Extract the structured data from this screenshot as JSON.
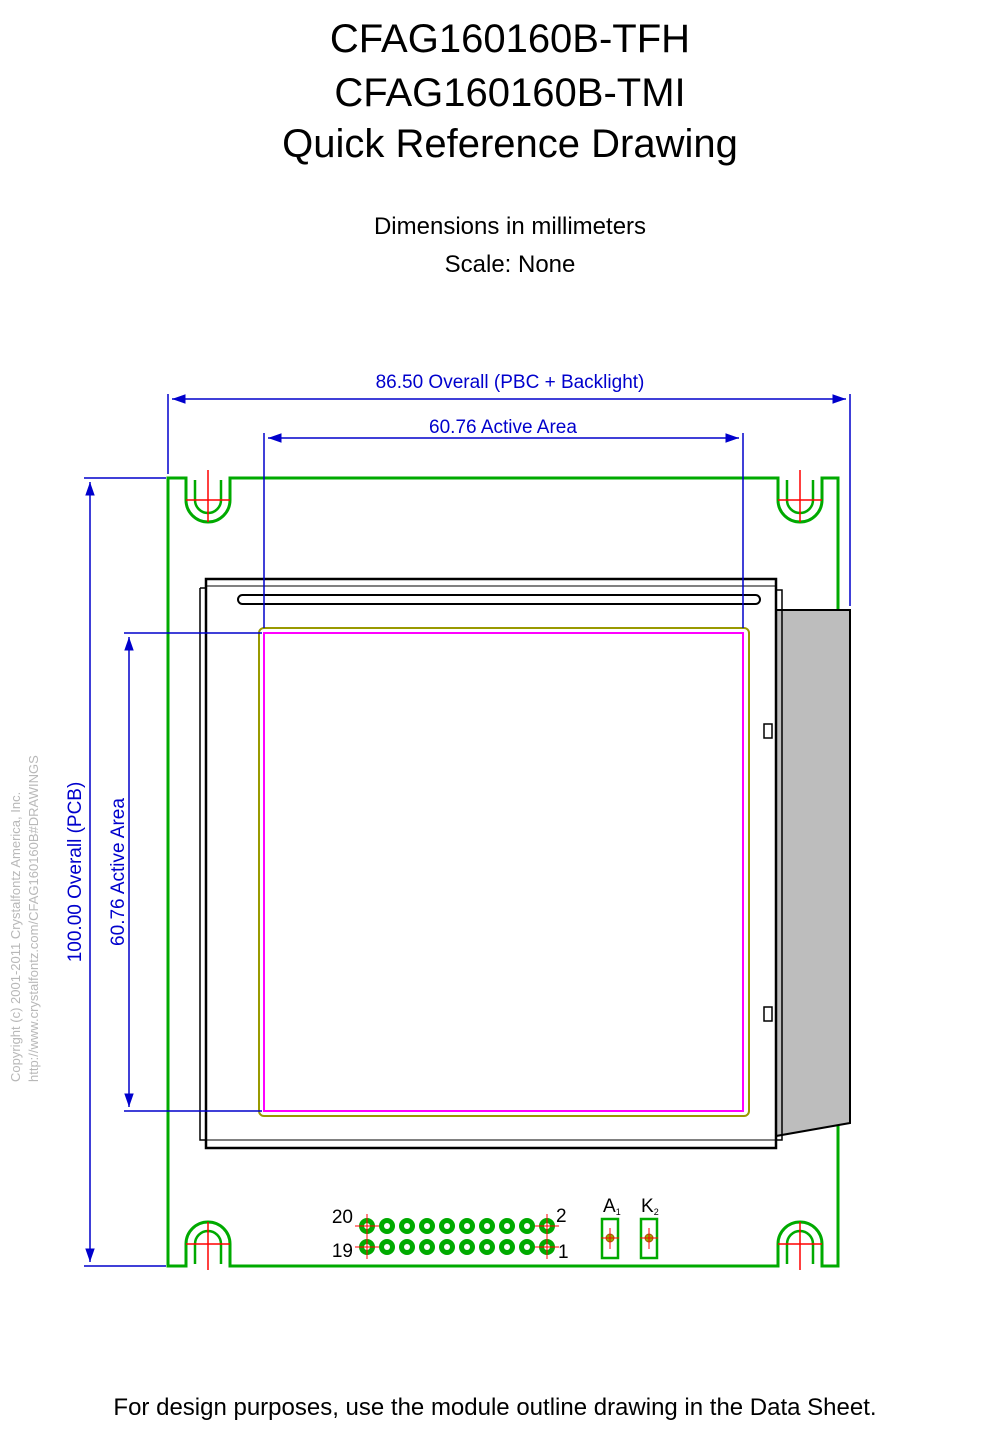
{
  "header": {
    "title_line1": "CFAG160160B-TFH",
    "title_line2": "CFAG160160B-TMI",
    "title_line3": "Quick Reference Drawing",
    "units": "Dimensions in millimeters",
    "scale": "Scale: None"
  },
  "dimensions": {
    "overall_width": "86.50 Overall (PBC + Backlight)",
    "active_width": "60.76 Active Area",
    "overall_height": "100.00 Overall (PCB)",
    "active_height": "60.76 Active Area"
  },
  "connector": {
    "pin_20": "20",
    "pin_19": "19",
    "pin_2": "2",
    "pin_1": "1",
    "anode": "A",
    "anode_sub": "1",
    "cathode": "K",
    "cathode_sub": "2"
  },
  "copyright": {
    "line1": "Copyright (c) 2001-2011 Crystalfontz America, Inc.",
    "line2": "http://www.crystalfontz.com/CFAG160160B#DRAWINGS"
  },
  "footer": "For design purposes, use the module outline drawing in the Data Sheet.",
  "colors": {
    "pcb": "#00aa00",
    "dimension": "#0000cc",
    "active_area": "#ff00ff",
    "viewing_area": "#999900",
    "backlight": "#bdbdbd",
    "center_mark": "#ff0000"
  }
}
